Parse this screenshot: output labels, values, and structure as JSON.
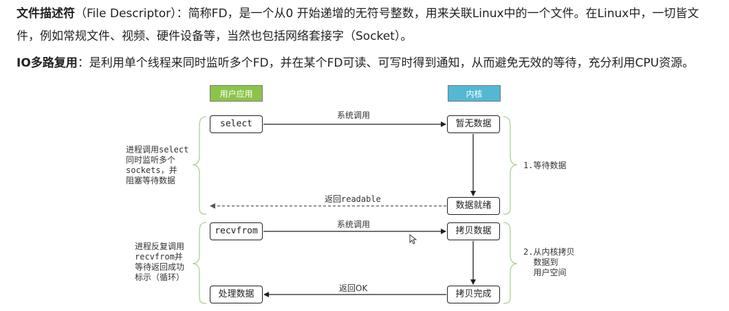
{
  "paragraph1": {
    "term": "文件描述符",
    "text": "（File Descriptor）：简称FD，是一个从0 开始递增的无符号整数，用来关联Linux中的一个文件。在Linux中，一切皆文件，例如常规文件、视频、硬件设备等，当然也包括网络套接字（Socket）。"
  },
  "paragraph2": {
    "term": "IO多路复用",
    "text": "：是利用单个线程来同时监听多个FD，并在某个FD可读、可写时得到通知，从而避免无效的等待，充分利用CPU资源。"
  },
  "diagram": {
    "header_user": "用户应用",
    "header_kernel": "内核",
    "box_select": "select",
    "box_recvfrom": "recvfrom",
    "box_process": "处理数据",
    "box_no_data": "暂无数据",
    "box_data_ready": "数据就绪",
    "box_copy_data": "拷贝数据",
    "box_copy_done": "拷贝完成",
    "label_syscall_1": "系统调用",
    "label_return_readable": "返回readable",
    "label_syscall_2": "系统调用",
    "label_return_ok": "返回OK",
    "note_left_1": "进程调用select\n同时监听多个\nsockets，并\n阻塞等待数据",
    "note_left_2": "进程反复调用\nrecvfrom并\n等待返回成功\n标示（循环）",
    "note_right_1": "1.等待数据",
    "note_right_2": "2.从内核拷贝\n  数据到\n  用户空间"
  },
  "colors": {
    "user_header": "#8cc44a",
    "kernel_header": "#52b8d3",
    "brace": "#a9cf8e"
  }
}
